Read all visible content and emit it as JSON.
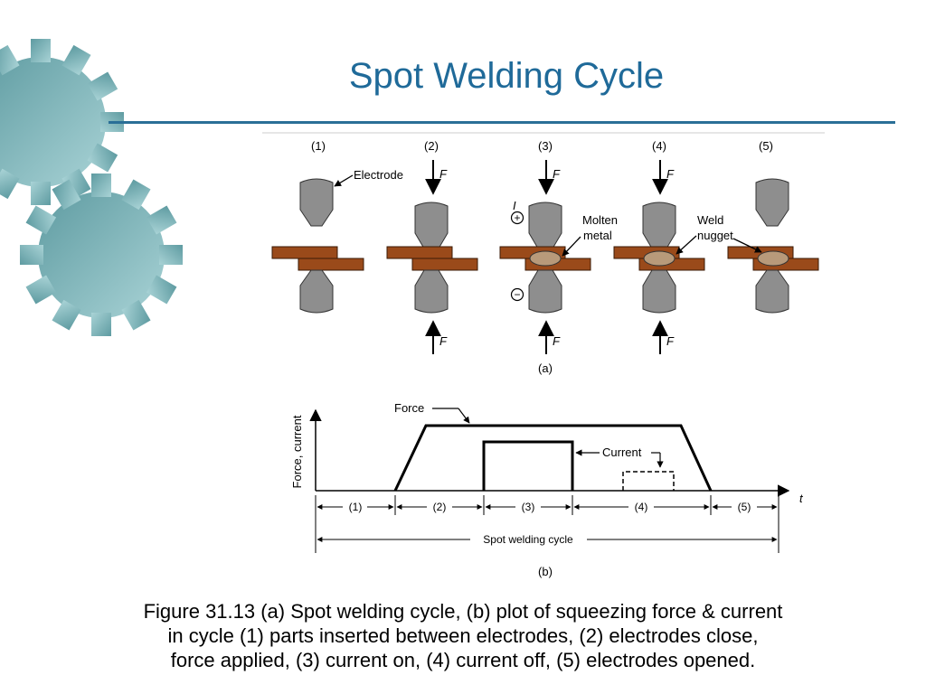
{
  "slide": {
    "title": "Spot Welding Cycle",
    "caption_lines": [
      "Figure 31.13  (a) Spot welding cycle, (b) plot of squeezing force & current",
      "in cycle (1) parts inserted between electrodes, (2) electrodes close,",
      "force applied, (3) current on, (4) current off, (5) electrodes opened."
    ]
  },
  "diagram_a": {
    "stage_labels": [
      "(1)",
      "(2)",
      "(3)",
      "(4)",
      "(5)"
    ],
    "force_label": "F",
    "current_label": "I",
    "plus_symbol": "+",
    "minus_symbol": "−",
    "electrode_label": "Electrode",
    "molten_label_lines": [
      "Molten",
      "metal"
    ],
    "nugget_label_lines": [
      "Weld",
      "nugget"
    ],
    "panel_label": "(a)"
  },
  "diagram_b": {
    "y_axis_label": "Force, current",
    "x_axis_label": "t",
    "force_label": "Force",
    "current_label": "Current",
    "segment_labels": [
      "(1)",
      "(2)",
      "(3)",
      "(4)",
      "(5)"
    ],
    "cycle_label": "Spot welding cycle",
    "panel_label": "(b)"
  },
  "colors": {
    "title": "#1f6a99",
    "rule": "#2a6f97",
    "gear": "#6fa8ad",
    "electrode": "#8e8e8e",
    "plate": "#9a4a1a",
    "nugget": "#b89a7a"
  }
}
